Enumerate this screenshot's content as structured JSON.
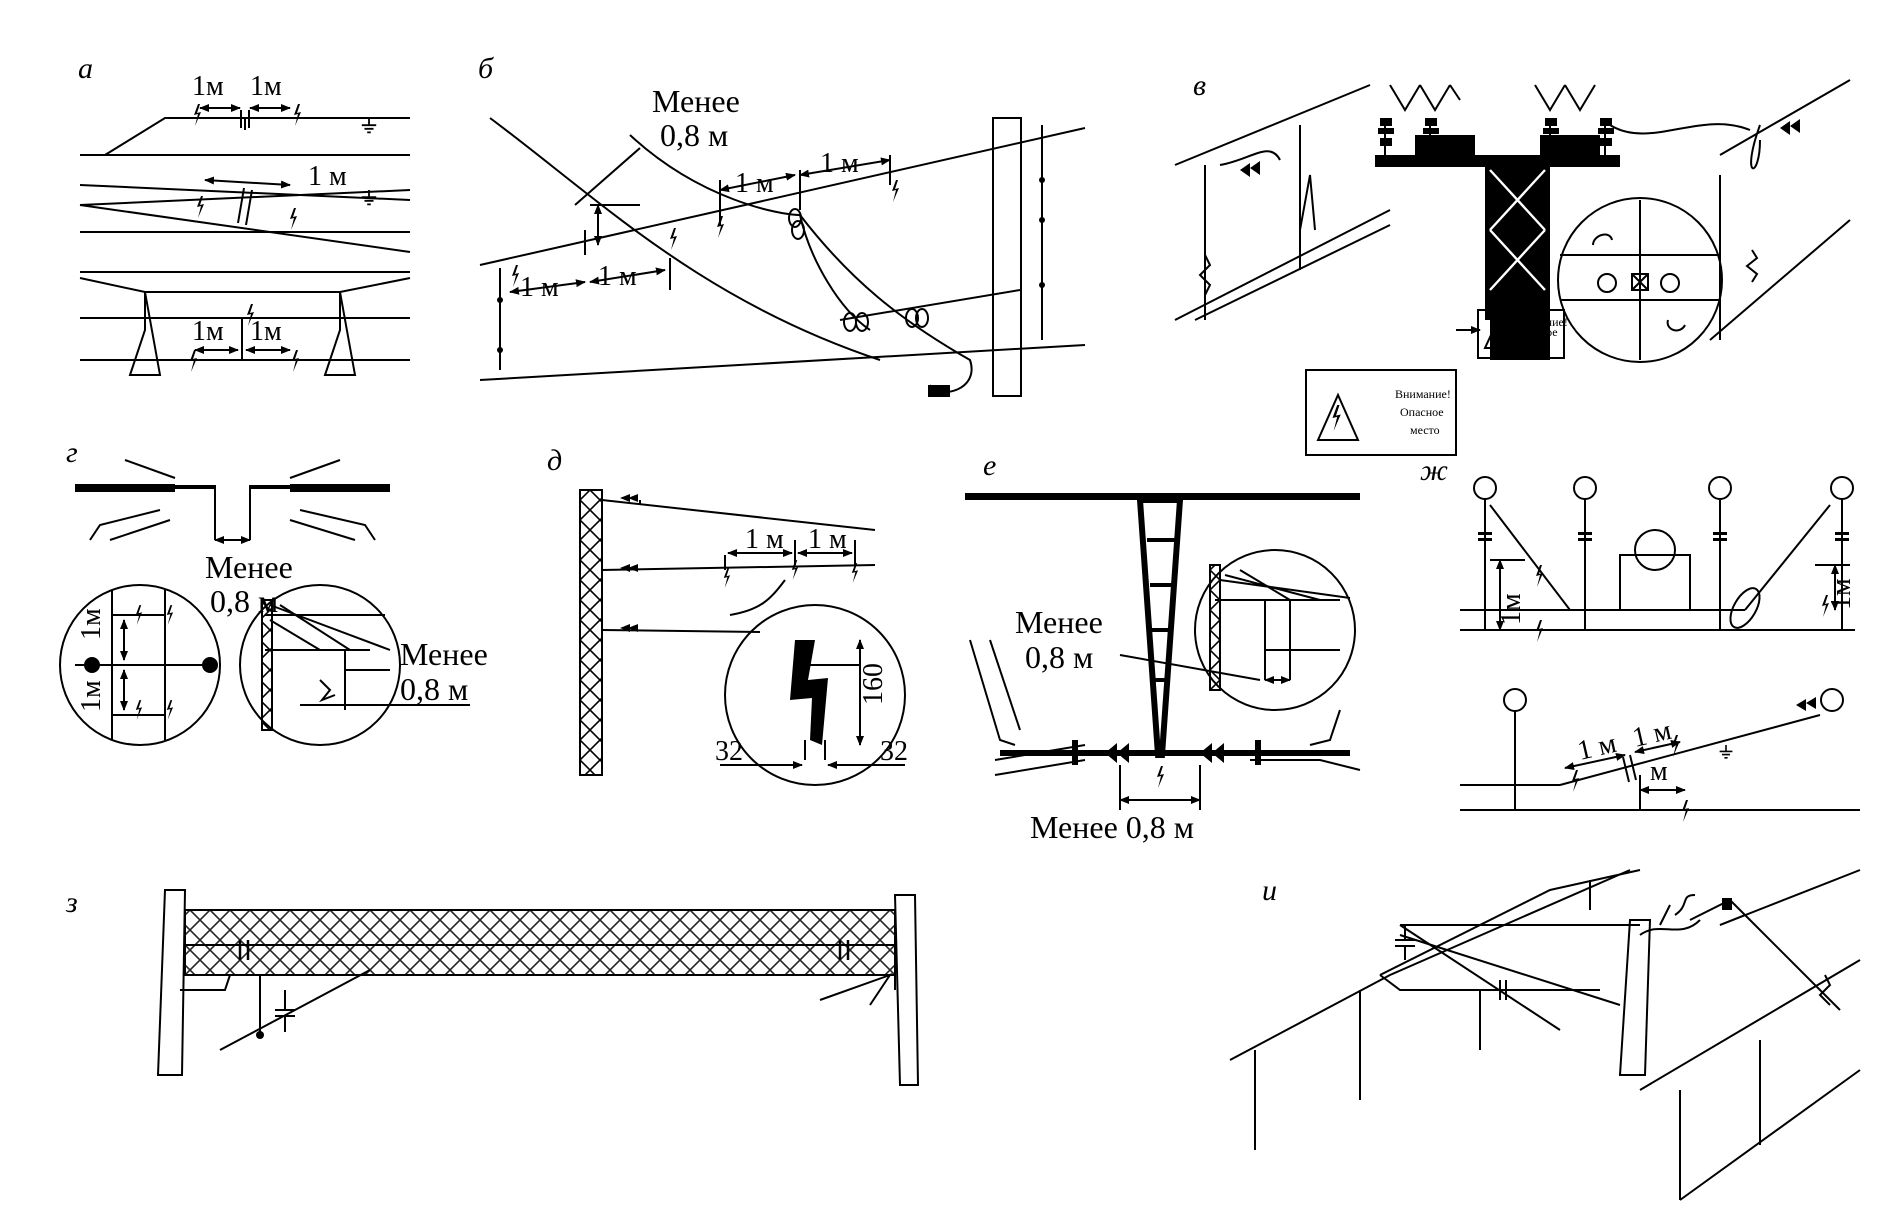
{
  "panels": {
    "a": {
      "letter": "а",
      "dim_left": "1м",
      "dim_right": "1м",
      "dim_mid": "1 м",
      "dim_bottom_left": "1м",
      "dim_bottom_right": "1м"
    },
    "b": {
      "letter": "б",
      "less_than_line1": "Менее",
      "less_than_line2": "0,8 м",
      "dim_1": "1 м",
      "dim_2": "1 м",
      "dim_3": "1 м",
      "dim_4": "1 м"
    },
    "v": {
      "letter": "в",
      "sign_line1": "Внимание!",
      "sign_line2": "Опасное",
      "sign_line3": "место",
      "small_sign_line1": "Внимание!",
      "small_sign_line2": "Опасное",
      "small_sign_line3": "место"
    },
    "g": {
      "letter": "г",
      "less_than_top_line1": "Менее",
      "less_than_top_line2": "0,8 м",
      "dim_vertical_1": "1м",
      "dim_vertical_2": "1м",
      "less_than_right_line1": "Менее",
      "less_than_right_line2": "0,8 м"
    },
    "d": {
      "letter": "д",
      "dim_1": "1 м",
      "dim_2": "1 м",
      "height": "160",
      "width_left": "32",
      "width_right": "32"
    },
    "e": {
      "letter": "е",
      "less_than_line1": "Менее",
      "less_than_line2": "0,8 м",
      "less_than_bottom": "Менее 0,8 м"
    },
    "zh": {
      "letter": "ж",
      "dim_vert_left": "1м",
      "dim_vert_right": "1м",
      "dim_1": "1 м",
      "dim_2": "1 м",
      "dim_3": "м"
    },
    "z": {
      "letter": "з"
    },
    "i": {
      "letter": "и"
    }
  }
}
